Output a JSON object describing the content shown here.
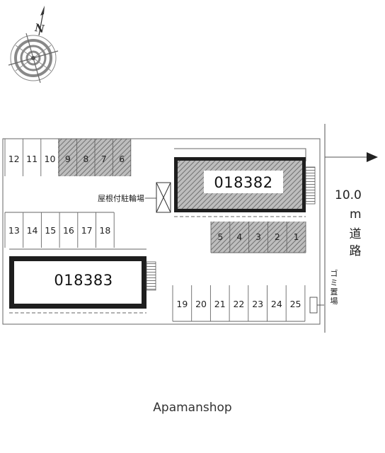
{
  "compass": {
    "label": "N"
  },
  "buildings": [
    {
      "id": "building-018382",
      "label": "018382"
    },
    {
      "id": "building-018383",
      "label": "018383"
    }
  ],
  "parking": {
    "row_top": [
      "12",
      "11",
      "10",
      "9",
      "8",
      "7",
      "6"
    ],
    "row_middle_left": [
      "13",
      "14",
      "15",
      "16",
      "17",
      "18"
    ],
    "row_middle_right": [
      "5",
      "4",
      "3",
      "2",
      "1"
    ],
    "row_bottom": [
      "19",
      "20",
      "21",
      "22",
      "23",
      "24",
      "25"
    ]
  },
  "labels": {
    "bicycle_shed": "屋根付駐輪場",
    "garbage": "ゴミ置場",
    "road_width": "10.0",
    "road_unit": "m",
    "road_name": "道路"
  },
  "brand": "Apamanshop",
  "colors": {
    "line": "#555555",
    "hatch": "#6a6a6a",
    "building_border": "#2a2a2a"
  }
}
